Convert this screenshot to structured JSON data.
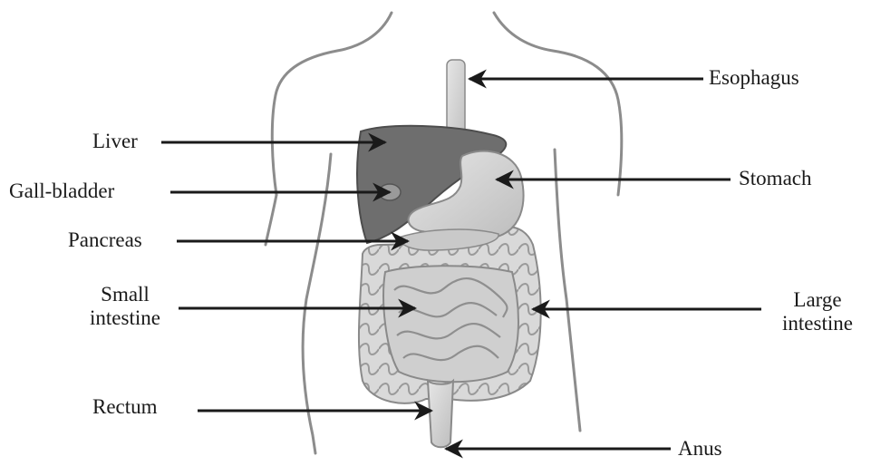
{
  "labels": {
    "esophagus": "Esophagus",
    "liver": "Liver",
    "gall_bladder": "Gall-bladder",
    "stomach": "Stomach",
    "pancreas": "Pancreas",
    "small_intestine_1": "Small",
    "small_intestine_2": "intestine",
    "large_intestine_1": "Large",
    "large_intestine_2": "intestine",
    "rectum": "Rectum",
    "anus": "Anus"
  },
  "colors": {
    "ink": "#1a1a1a",
    "body_outline": "#8c8c8c",
    "liver_fill": "#6e6e6e",
    "organ_fill": "#d6d6d6",
    "organ_stroke": "#8a8a8a"
  }
}
